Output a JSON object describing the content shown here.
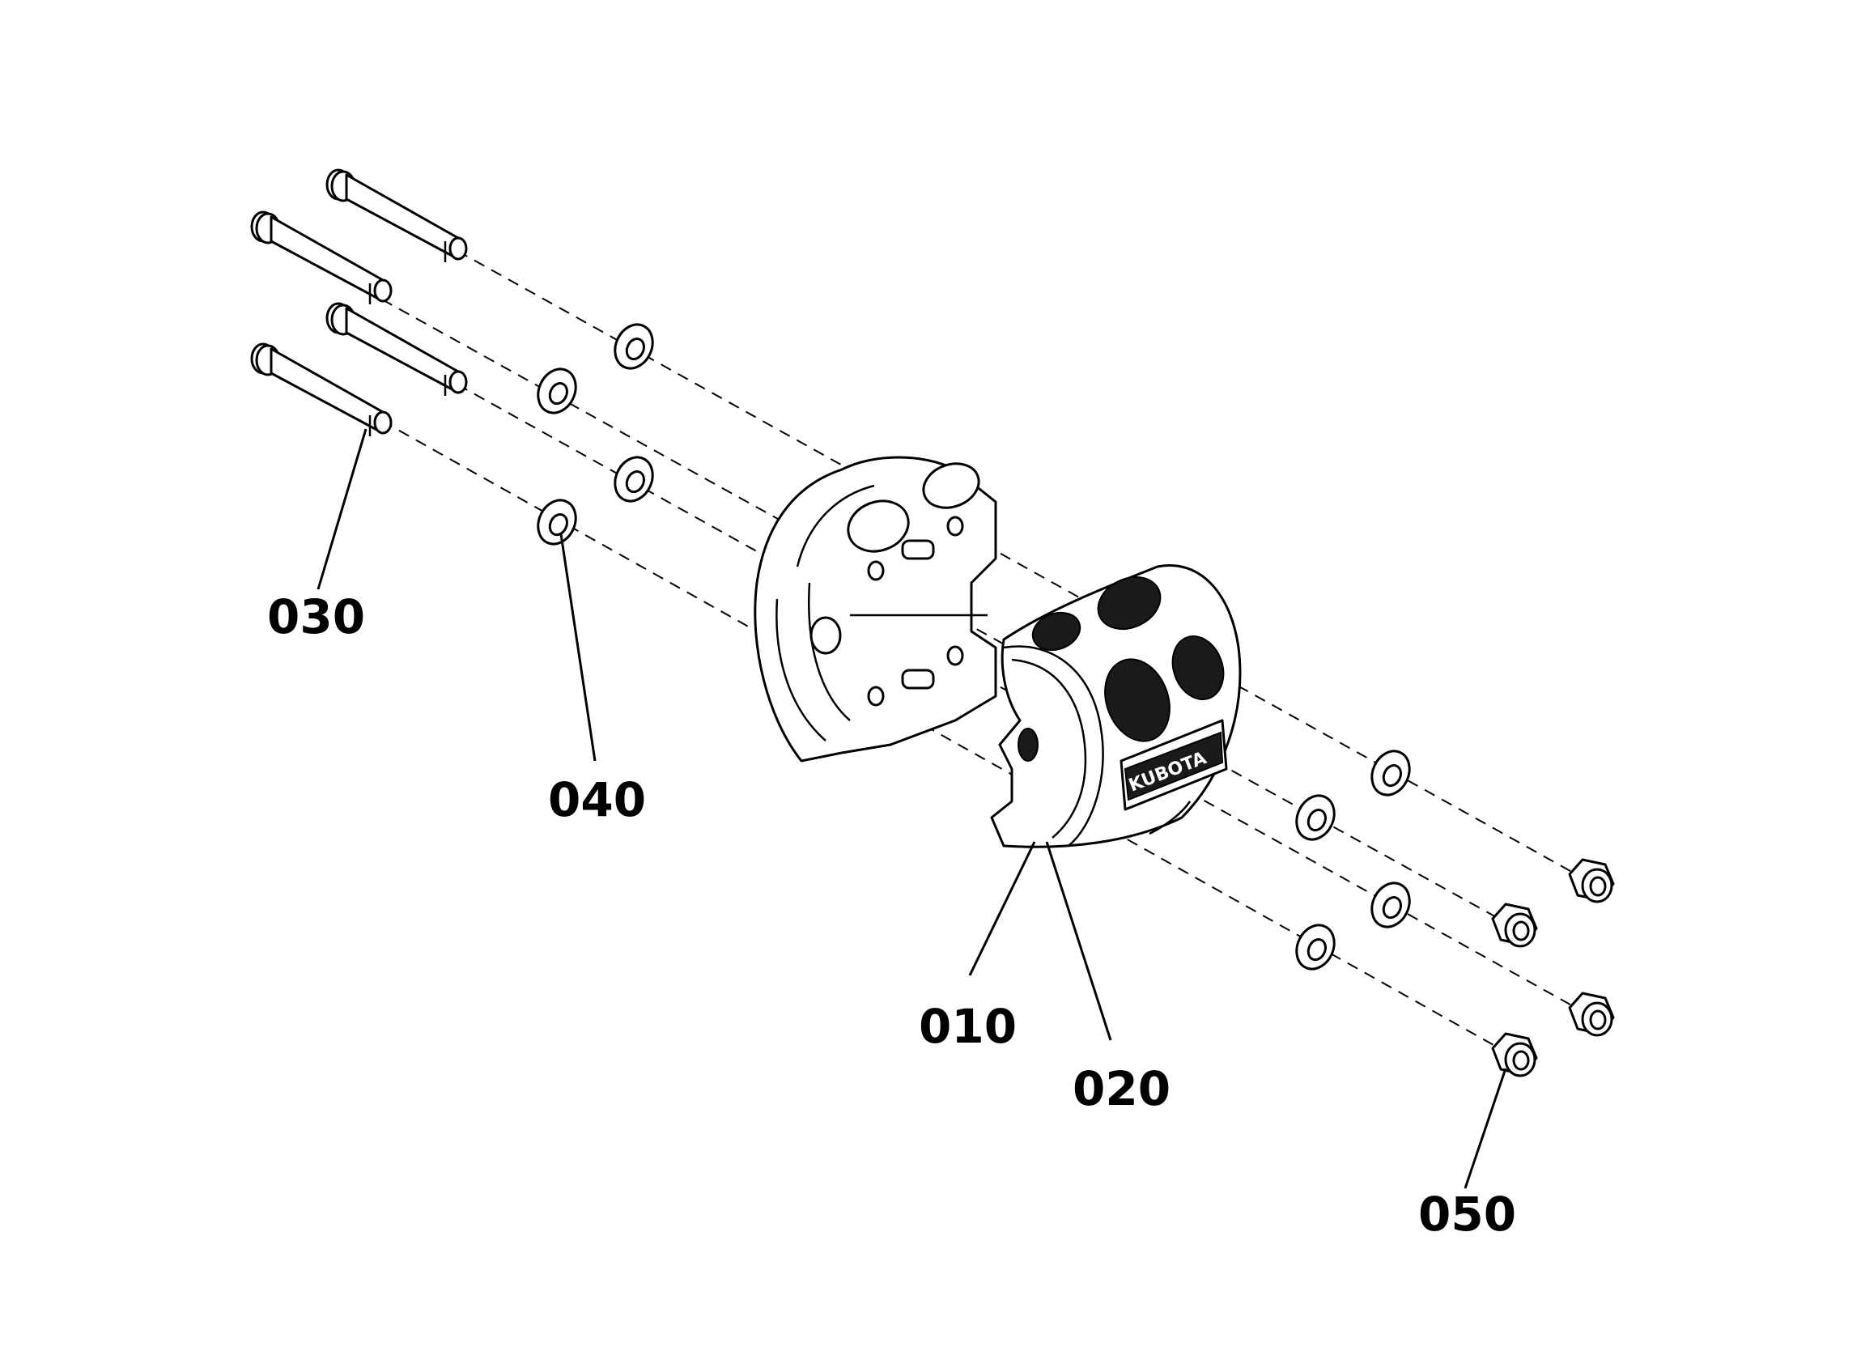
{
  "diagram": {
    "callouts": {
      "c030": "030",
      "c040": "040",
      "c010": "010",
      "c020": "020",
      "c050": "050"
    },
    "logo_text": "KUBOTA",
    "line_color": "#000000",
    "background": "#ffffff"
  }
}
